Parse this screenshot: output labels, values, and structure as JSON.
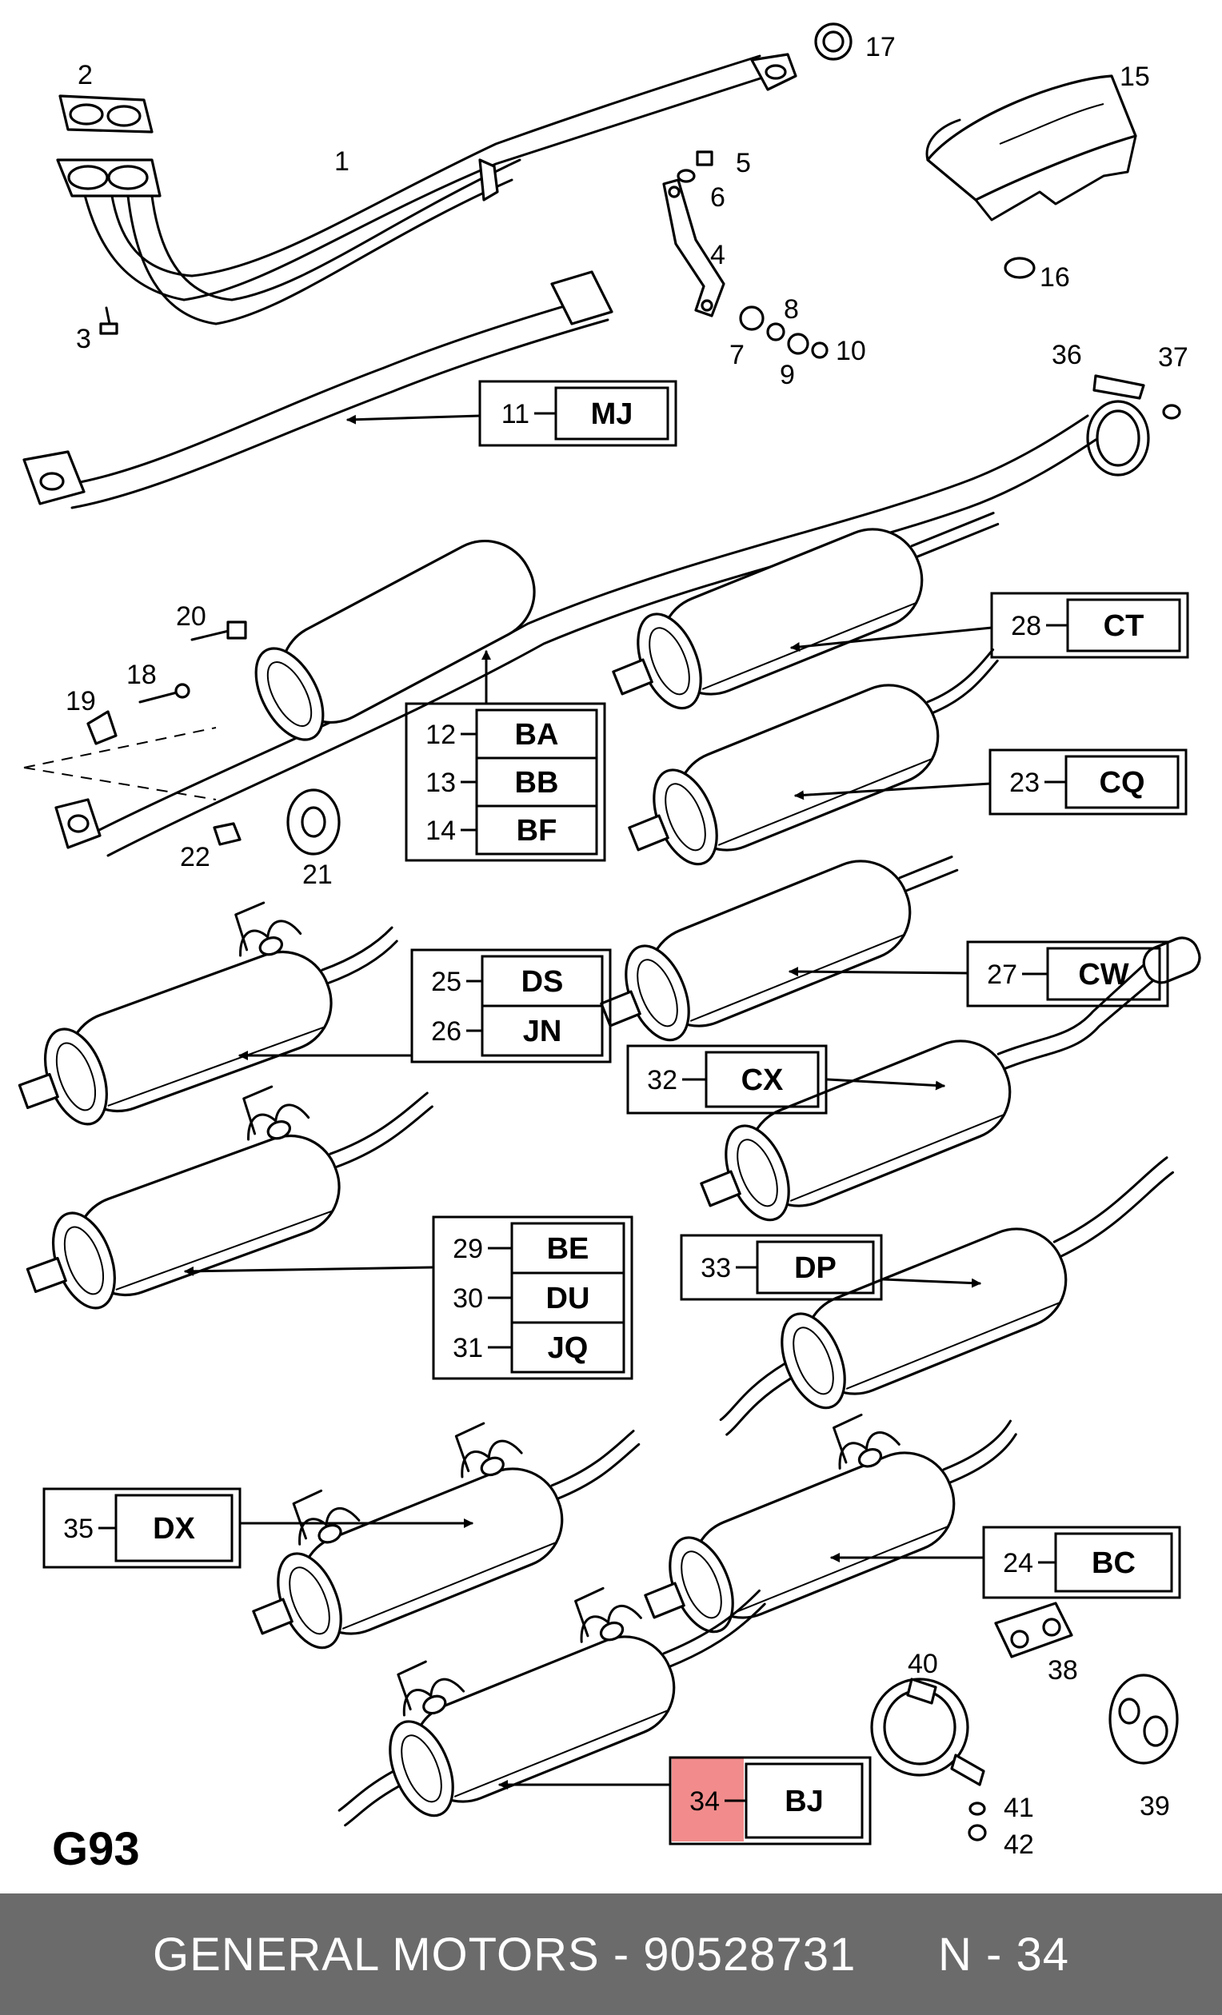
{
  "page_id": "G93",
  "footer": {
    "brand": "GENERAL MOTORS",
    "separator": "-",
    "part_number": "90528731",
    "ref": "N - 34"
  },
  "highlight": {
    "color": "#f28c8c",
    "ref": "34"
  },
  "callouts": {
    "1": "1",
    "2": "2",
    "3": "3",
    "4": "4",
    "5": "5",
    "6": "6",
    "7": "7",
    "8": "8",
    "9": "9",
    "10": "10",
    "15": "15",
    "16": "16",
    "17": "17",
    "18": "18",
    "19": "19",
    "20": "20",
    "21": "21",
    "22": "22",
    "36": "36",
    "37": "37",
    "38": "38",
    "39": "39",
    "40": "40",
    "41": "41",
    "42": "42"
  },
  "code_boxes": [
    {
      "rows": [
        {
          "num": "11",
          "code": "MJ"
        }
      ]
    },
    {
      "rows": [
        {
          "num": "12",
          "code": "BA"
        },
        {
          "num": "13",
          "code": "BB"
        },
        {
          "num": "14",
          "code": "BF"
        }
      ]
    },
    {
      "rows": [
        {
          "num": "28",
          "code": "CT"
        }
      ]
    },
    {
      "rows": [
        {
          "num": "23",
          "code": "CQ"
        }
      ]
    },
    {
      "rows": [
        {
          "num": "25",
          "code": "DS"
        },
        {
          "num": "26",
          "code": "JN"
        }
      ]
    },
    {
      "rows": [
        {
          "num": "27",
          "code": "CW"
        }
      ]
    },
    {
      "rows": [
        {
          "num": "32",
          "code": "CX"
        }
      ]
    },
    {
      "rows": [
        {
          "num": "29",
          "code": "BE"
        },
        {
          "num": "30",
          "code": "DU"
        },
        {
          "num": "31",
          "code": "JQ"
        }
      ]
    },
    {
      "rows": [
        {
          "num": "33",
          "code": "DP"
        }
      ]
    },
    {
      "rows": [
        {
          "num": "35",
          "code": "DX"
        }
      ]
    },
    {
      "rows": [
        {
          "num": "24",
          "code": "BC"
        }
      ]
    },
    {
      "rows": [
        {
          "num": "34",
          "code": "BJ"
        }
      ]
    }
  ]
}
